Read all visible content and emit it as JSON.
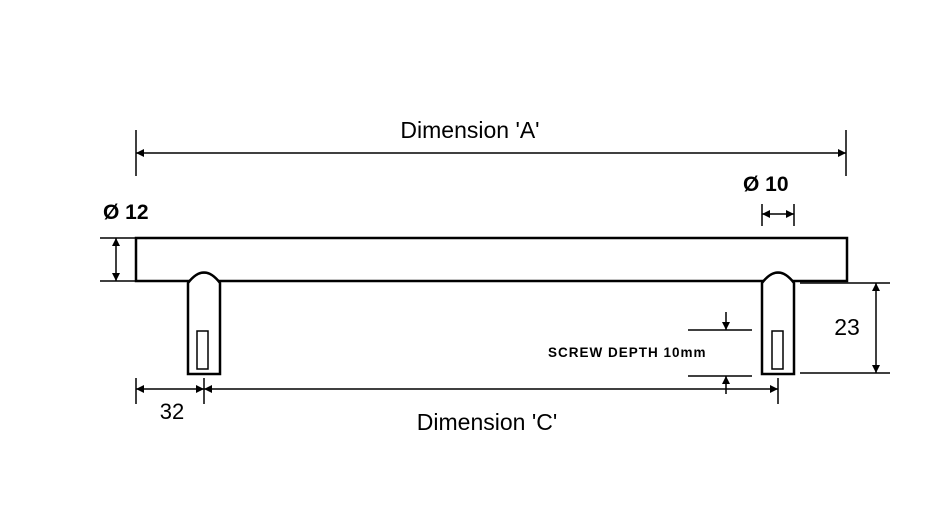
{
  "labels": {
    "dimension_a": "Dimension 'A'",
    "dimension_c": "Dimension 'C'",
    "bar_diameter": "Ø 12",
    "leg_diameter": "Ø 10",
    "leg_height": "23",
    "offset": "32",
    "screw_depth": "SCREW DEPTH 10mm"
  },
  "colors": {
    "line": "#000000",
    "background": "#ffffff"
  }
}
